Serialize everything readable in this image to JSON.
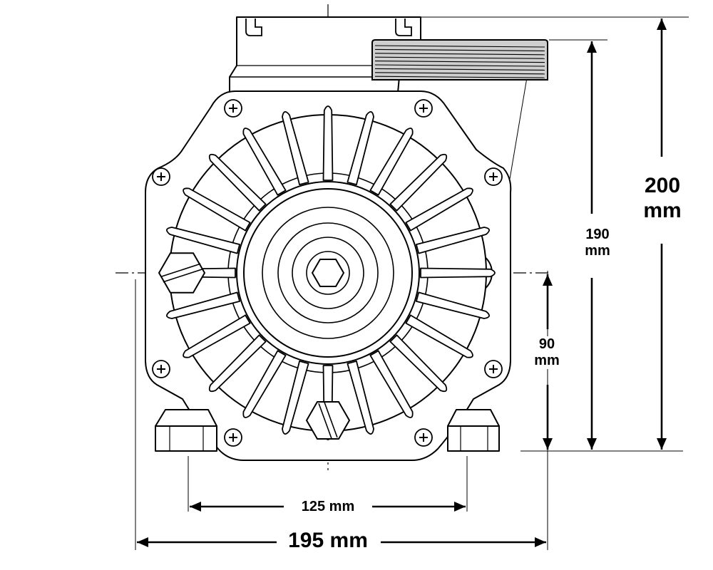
{
  "dimensions": {
    "total_height": {
      "value": "200",
      "unit": "mm"
    },
    "inlet_height": {
      "value": "190",
      "unit": "mm"
    },
    "shaft_height": {
      "value": "90",
      "unit": "mm"
    },
    "foot_spacing": {
      "text": "125 mm"
    },
    "overall_width": {
      "text": "195 mm"
    }
  },
  "colors": {
    "line": "#000000",
    "background": "#ffffff",
    "fill": "#ffffff",
    "inlet_face": "#cfcfcf"
  }
}
